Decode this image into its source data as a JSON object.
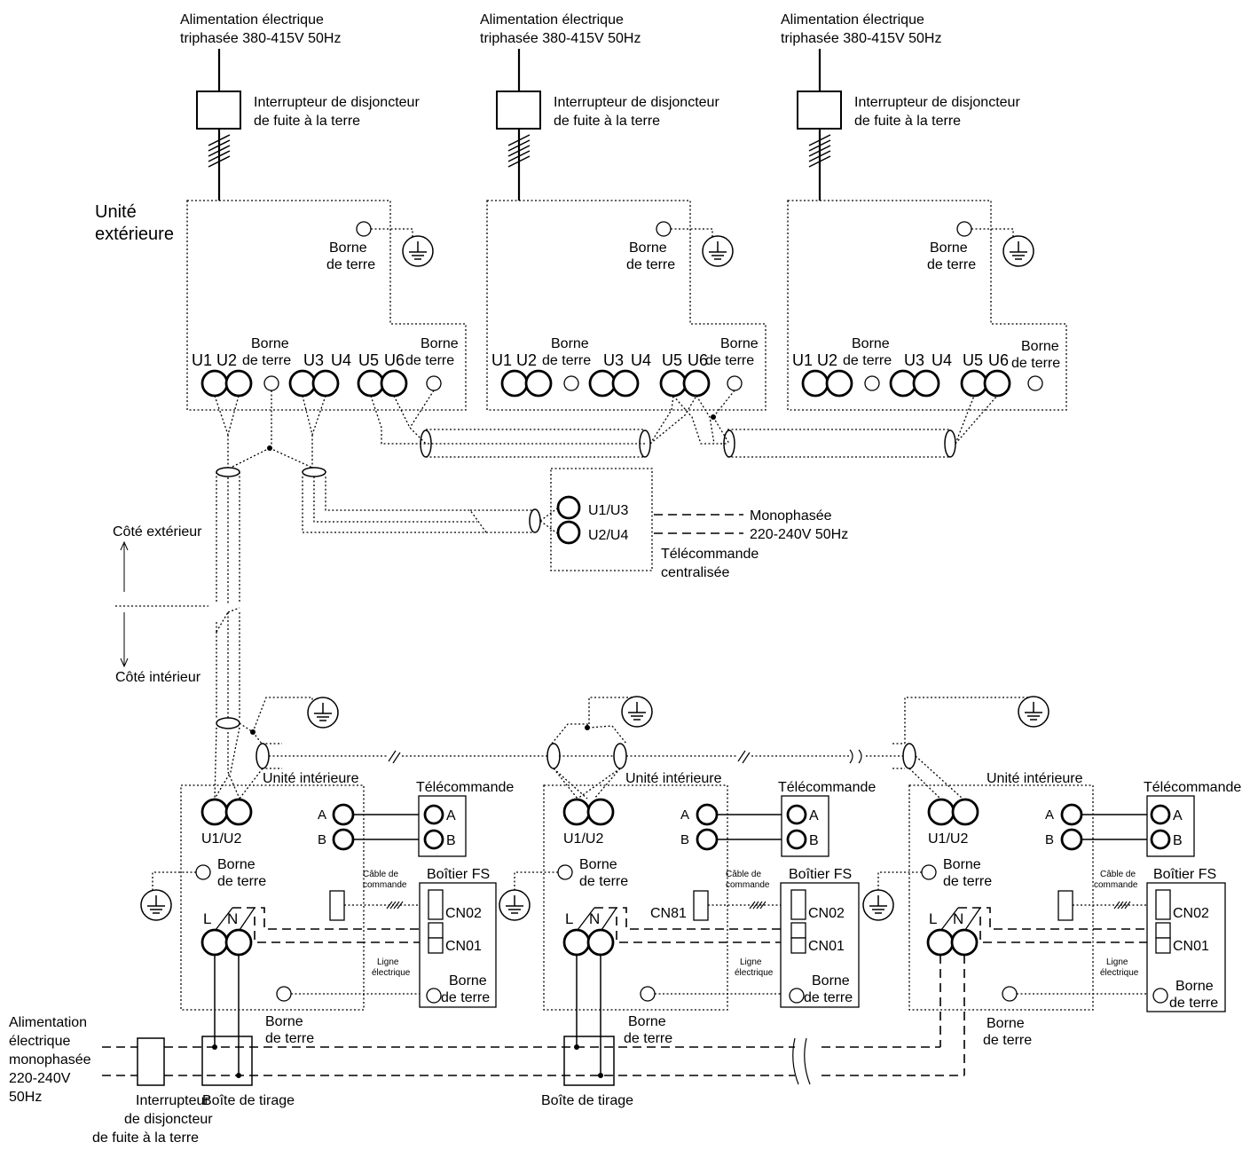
{
  "power_supply_3ph": [
    "Alimentation électrique",
    "triphasée 380-415V 50Hz"
  ],
  "elcb_3ph": [
    "Interrupteur de disjoncteur",
    "de fuite à la terre"
  ],
  "outdoor_unit_label": [
    "Unité",
    "extérieure"
  ],
  "earth_terminal": [
    "Borne",
    "de terre"
  ],
  "outdoor_terminals": {
    "u1": "U1",
    "u2": "U2",
    "u3": "U3",
    "u4": "U4",
    "u5": "U5",
    "u6": "U6"
  },
  "central_remote": {
    "t1": "U1/U3",
    "t2": "U2/U4",
    "label": [
      "Télécommande",
      "centralisée"
    ],
    "power": [
      "Monophasée",
      "220-240V 50Hz"
    ]
  },
  "side_outdoor": "Côté extérieur",
  "side_indoor": "Côté intérieur",
  "indoor_unit_label": "Unité intérieure",
  "indoor_terminal": "U1/U2",
  "remote_label": "Télécommande",
  "remote_a": "A",
  "remote_b": "B",
  "fs_box": {
    "label": "Boîtier FS",
    "cn02": "CN02",
    "cn01": "CN01",
    "cn81": "CN81",
    "control_cable": [
      "Câble de",
      "commande"
    ],
    "power_line": [
      "Ligne",
      "électrique"
    ]
  },
  "indoor_power_l": "L",
  "indoor_power_n": "N",
  "single_phase_supply": [
    "Alimentation",
    "électrique",
    "monophasée",
    "220-240V",
    "50Hz"
  ],
  "elcb_1ph": [
    "Interrupteur",
    "de disjoncteur",
    "de fuite à la terre"
  ],
  "pull_box": "Boîte de tirage"
}
